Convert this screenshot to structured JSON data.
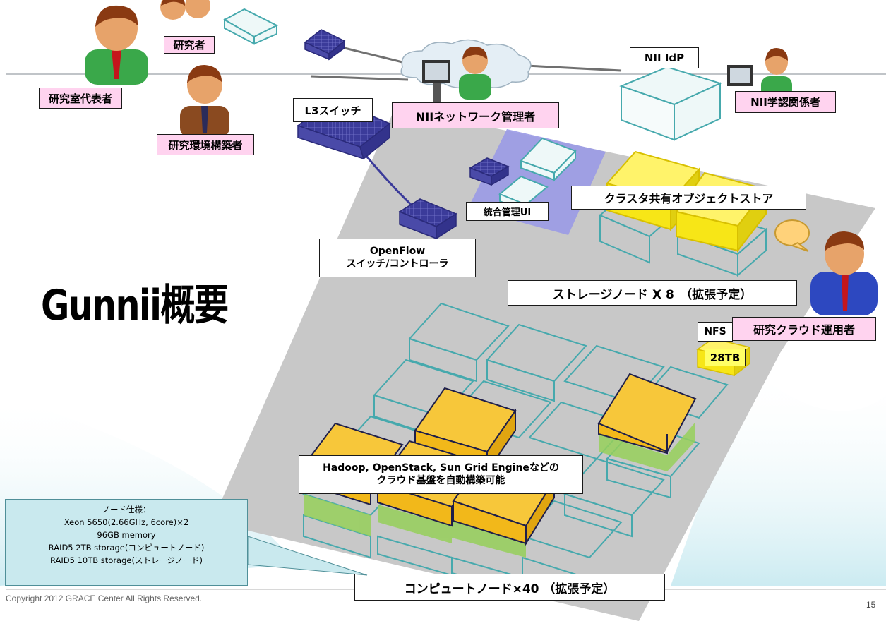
{
  "slide": {
    "title": "Gunnii概要",
    "copyright": "Copyright 2012 GRACE Center All Rights Reserved.",
    "page_number": "15"
  },
  "people": {
    "researcher": "研究者",
    "lab_representative": "研究室代表者",
    "env_builder": "研究環境構築者",
    "nii_network_admin": "NIIネットワーク管理者",
    "nii_gakunin": "NII学認関係者",
    "cloud_operator": "研究クラウド運用者"
  },
  "components": {
    "nii_idp": "NII IdP",
    "l3_switch": "L3スイッチ",
    "integrated_ui": "統合管理UI",
    "openflow_line1": "OpenFlow",
    "openflow_line2": "スイッチ/コントローラ",
    "object_store": "クラスタ共有オブジェクトストア",
    "storage_nodes": "ストレージノード X 8　（拡張予定）",
    "nfs": "NFS",
    "nfs_capacity": "28TB",
    "hadoop_line1": "Hadoop, OpenStack, Sun Grid Engineなどの",
    "hadoop_line2": "クラウド基盤を自動構築可能",
    "compute_nodes": "コンピュートノード×40 （拡張予定）"
  },
  "node_spec": {
    "lines": [
      "ノード仕様：",
      "Xeon 5650(2.66GHz, 6core)×2",
      "96GB memory",
      "RAID5  2TB storage(コンピュートノード)",
      "RAID5 10TB storage(ストレージノード)"
    ]
  },
  "colors": {
    "platform": "#c8c8c8",
    "node_outline": "#46a9ad",
    "node_active": "#f2b81a",
    "node_storage": "#f7e617",
    "node_green": "#96d05a",
    "switch": "#3b3b9a",
    "label_pink": "#ffd3ef",
    "label_yellow": "#ffff66",
    "spec_box": "#c9e9ee"
  }
}
